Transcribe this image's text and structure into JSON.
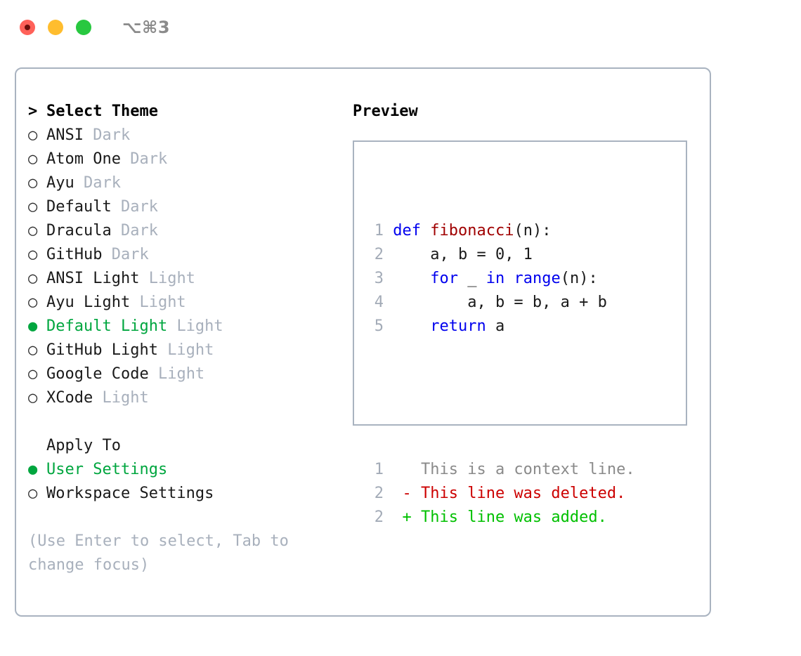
{
  "titlebar": {
    "shortcut": "⌥⌘3",
    "buttons": [
      {
        "name": "close",
        "color": "#ff6159"
      },
      {
        "name": "minimize",
        "color": "#ffbd2e"
      },
      {
        "name": "zoom",
        "color": "#28c840"
      }
    ]
  },
  "theme_picker": {
    "heading_prefix": "> ",
    "heading": "Select Theme",
    "marker_selected": "●",
    "marker_unselected": "○",
    "items": [
      {
        "label": "ANSI",
        "category": "Dark",
        "selected": false
      },
      {
        "label": "Atom One",
        "category": "Dark",
        "selected": false
      },
      {
        "label": "Ayu",
        "category": "Dark",
        "selected": false
      },
      {
        "label": "Default",
        "category": "Dark",
        "selected": false
      },
      {
        "label": "Dracula",
        "category": "Dark",
        "selected": false
      },
      {
        "label": "GitHub",
        "category": "Dark",
        "selected": false
      },
      {
        "label": "ANSI Light",
        "category": "Light",
        "selected": false
      },
      {
        "label": "Ayu Light",
        "category": "Light",
        "selected": false
      },
      {
        "label": "Default Light",
        "category": "Light",
        "selected": true
      },
      {
        "label": "GitHub Light",
        "category": "Light",
        "selected": false
      },
      {
        "label": "Google Code",
        "category": "Light",
        "selected": false
      },
      {
        "label": "XCode",
        "category": "Light",
        "selected": false
      }
    ]
  },
  "apply_to": {
    "title": "Apply To",
    "options": [
      {
        "label": "User Settings",
        "selected": true
      },
      {
        "label": "Workspace Settings",
        "selected": false
      }
    ]
  },
  "hint": "(Use Enter to select, Tab to change focus)",
  "preview": {
    "title": "Preview",
    "code_lines": [
      {
        "num": "1",
        "tokens": [
          {
            "t": "def",
            "c": "kw"
          },
          {
            "t": " ",
            "c": "plain"
          },
          {
            "t": "fibonacci",
            "c": "fn"
          },
          {
            "t": "(n):",
            "c": "plain"
          }
        ]
      },
      {
        "num": "2",
        "tokens": [
          {
            "t": "    a, b = 0, 1",
            "c": "plain"
          }
        ]
      },
      {
        "num": "3",
        "tokens": [
          {
            "t": "    ",
            "c": "plain"
          },
          {
            "t": "for",
            "c": "kw"
          },
          {
            "t": " _ ",
            "c": "plain"
          },
          {
            "t": "in",
            "c": "kw"
          },
          {
            "t": " ",
            "c": "plain"
          },
          {
            "t": "range",
            "c": "kw"
          },
          {
            "t": "(n):",
            "c": "plain"
          }
        ]
      },
      {
        "num": "4",
        "tokens": [
          {
            "t": "        a, b = b, a + b",
            "c": "plain"
          }
        ]
      },
      {
        "num": "5",
        "tokens": [
          {
            "t": "    ",
            "c": "plain"
          },
          {
            "t": "return",
            "c": "kw"
          },
          {
            "t": " a",
            "c": "plain"
          }
        ]
      }
    ],
    "diff_lines": [
      {
        "num": "1",
        "sign": "  ",
        "text": "This is a context line.",
        "kind": "diff-ctx"
      },
      {
        "num": "2",
        "sign": "- ",
        "text": "This line was deleted.",
        "kind": "diff-del"
      },
      {
        "num": "2",
        "sign": "+ ",
        "text": "This line was added.",
        "kind": "diff-add"
      }
    ]
  },
  "colors": {
    "accent_green": "#00a63f",
    "muted_gray": "#a8b0bc",
    "border": "#a9b3c0",
    "keyword_blue": "#0000ee",
    "function_red": "#a00000",
    "diff_add_green": "#00c000",
    "diff_del_red": "#cc0000"
  }
}
